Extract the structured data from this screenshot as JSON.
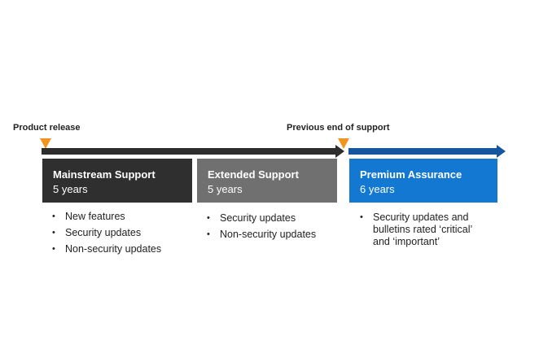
{
  "markers": [
    {
      "label": "Product release"
    },
    {
      "label": "Previous end of support"
    }
  ],
  "phases": [
    {
      "title": "Mainstream Support",
      "duration": "5 years",
      "bullets": [
        "New features",
        "Security updates",
        "Non-security updates"
      ]
    },
    {
      "title": "Extended Support",
      "duration": "5 years",
      "bullets": [
        "Security updates",
        "Non-security updates"
      ]
    },
    {
      "title": "Premium Assurance",
      "duration": "6 years",
      "bullets": [
        "Security updates and bulletins rated ‘critical’ and ‘important’"
      ]
    }
  ],
  "colors": {
    "timeline_dark": "#2d2d2d",
    "timeline_blue": "#14579e",
    "mainstream_box": "#2f2f2f",
    "extended_box": "#707070",
    "premium_box": "#1278d2",
    "marker": "#f0951f"
  }
}
